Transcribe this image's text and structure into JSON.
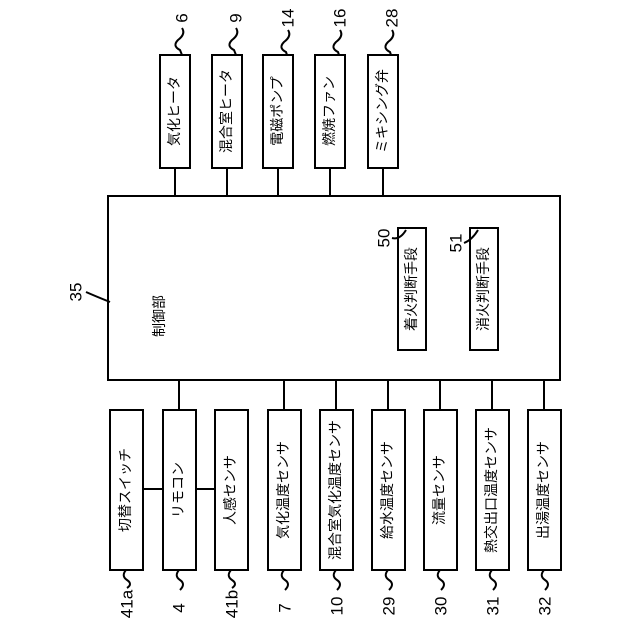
{
  "controller": {
    "label": "制御部",
    "number": "35"
  },
  "judges": [
    {
      "label": "着火判断手段",
      "number": "50"
    },
    {
      "label": "消火判断手段",
      "number": "51"
    }
  ],
  "outputs": [
    {
      "label": "気化ヒータ",
      "number": "6"
    },
    {
      "label": "混合室ヒータ",
      "number": "9"
    },
    {
      "label": "電磁ポンプ",
      "number": "14"
    },
    {
      "label": "燃焼ファン",
      "number": "16"
    },
    {
      "label": "ミキシング弁",
      "number": "28"
    }
  ],
  "inputs": [
    {
      "label": "切替スイッチ",
      "number": "41a"
    },
    {
      "label": "リモコン",
      "number": "4"
    },
    {
      "label": "人感センサ",
      "number": "41b"
    },
    {
      "label": "気化温度センサ",
      "number": "7"
    },
    {
      "label": "混合室気化温度センサ",
      "number": "10"
    },
    {
      "label": "給水温度センサ",
      "number": "29"
    },
    {
      "label": "流量センサ",
      "number": "30"
    },
    {
      "label": "熱交出口温度センサ",
      "number": "31"
    },
    {
      "label": "出湯温度センサ",
      "number": "32"
    }
  ]
}
